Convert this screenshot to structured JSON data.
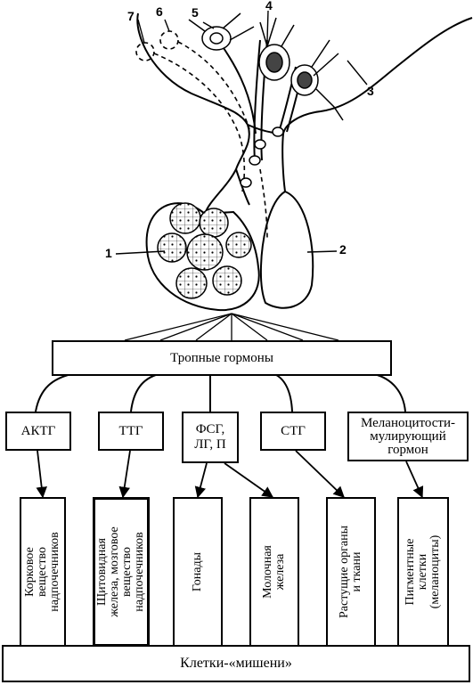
{
  "anatomy_labels": [
    "1",
    "2",
    "3",
    "4",
    "5",
    "6",
    "7"
  ],
  "hormones_title": "Тропные гормоны",
  "hormones": [
    "АКТГ",
    "ТТГ",
    "ФСГ,\nЛГ, П",
    "СТГ",
    "Меланоцитости-\nмулирующий\nгормон"
  ],
  "targets": [
    "Корковое\nвещество\nнадпочечников",
    "Щитовидная\nжелеза, мозговое\nвещество\nнадпочечников",
    "Гонады",
    "Молочная\nжелеза",
    "Растущие органы\nи ткани",
    "Пигментные\nклетки\n(меланоциты)"
  ],
  "targets_title": "Клетки-«мишени»"
}
